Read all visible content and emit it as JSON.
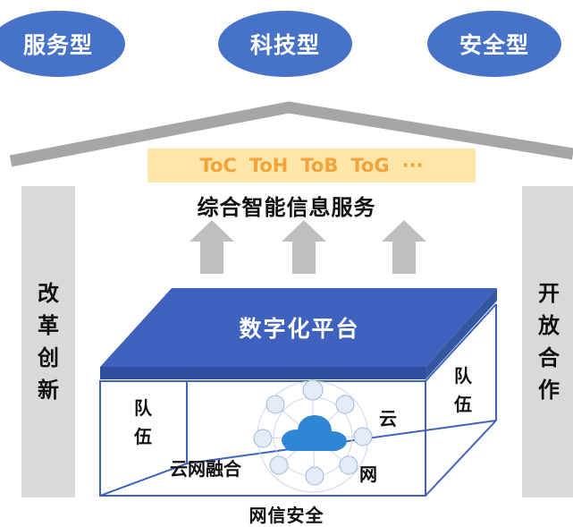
{
  "top_ovals": [
    "服务型",
    "科技型",
    "安全型"
  ],
  "banner_items": [
    "ToC",
    "ToH",
    "ToB",
    "ToG",
    "···"
  ],
  "service_title": "综合智能信息服务",
  "left_pillar": [
    "改",
    "革",
    "创",
    "新"
  ],
  "right_pillar": [
    "开",
    "放",
    "合",
    "作"
  ],
  "platform_title": "数字化平台",
  "box_labels": {
    "team_left": [
      "队",
      "伍"
    ],
    "team_right": [
      "队",
      "伍"
    ],
    "cloud": "云",
    "network": "网",
    "cloud_network_fusion": "云网融合"
  },
  "footer": "网信安全",
  "colors": {
    "oval_blue": "#4672c8",
    "platform_blue": "#3f62bf",
    "pillar_gray": "#d9d9d9",
    "roof_gray": "#a6a6a6",
    "banner_bg": "#fde6a8",
    "banner_text": "#f2a33a",
    "cloud_blue": "#2e86d4"
  }
}
